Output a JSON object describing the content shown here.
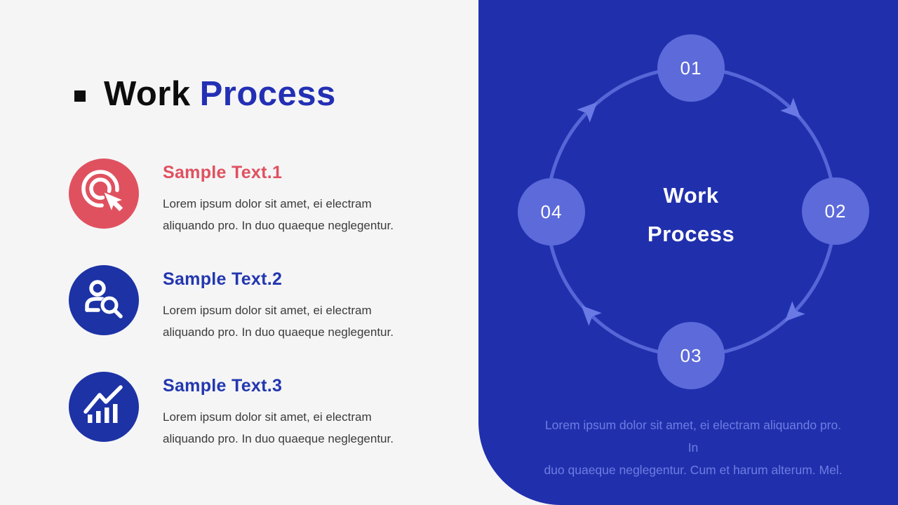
{
  "slide_title": {
    "prefix": "Work",
    "accent": "Process"
  },
  "items": [
    {
      "heading": "Sample Text.1",
      "icon": "click-cursor-icon",
      "accent_color": "#e0515f",
      "body_lines": [
        "Lorem ipsum dolor sit amet, ei electram",
        "aliquando pro. In duo quaeque neglegentur."
      ]
    },
    {
      "heading": "Sample Text.2",
      "icon": "person-search-icon",
      "accent_color": "#2337af",
      "body_lines": [
        "Lorem ipsum dolor sit amet, ei electram",
        "aliquando pro. In duo quaeque neglegentur."
      ]
    },
    {
      "heading": "Sample Text.3",
      "icon": "bar-chart-icon",
      "accent_color": "#2337af",
      "body_lines": [
        "Lorem ipsum dolor sit amet, ei electram",
        "aliquando pro. In duo quaeque neglegentur."
      ]
    }
  ],
  "diagram": {
    "type": "cycle",
    "flow": "clockwise",
    "center_lines": [
      "Work",
      "Process"
    ],
    "nodes": [
      {
        "label": "01",
        "position": "top"
      },
      {
        "label": "02",
        "position": "right"
      },
      {
        "label": "03",
        "position": "bottom"
      },
      {
        "label": "04",
        "position": "left"
      }
    ],
    "caption_lines": [
      "Lorem ipsum dolor sit amet, ei electram aliquando pro. In",
      "duo quaeque neglegentur. Cum et harum alterum. Mel."
    ]
  },
  "colors": {
    "page_bg": "#f5f5f6",
    "panel_bg": "#2030ad",
    "item_circle_red": "#e0515f",
    "item_circle_blue": "#1c32a5",
    "title_black": "#0d0d0d",
    "title_accent": "#2330b4",
    "body_text": "#3b3b3b",
    "ring": "#5766d6",
    "arrow": "#6b79e4",
    "node_fill": "#5d6ada",
    "caption_text": "#6e7de1"
  }
}
